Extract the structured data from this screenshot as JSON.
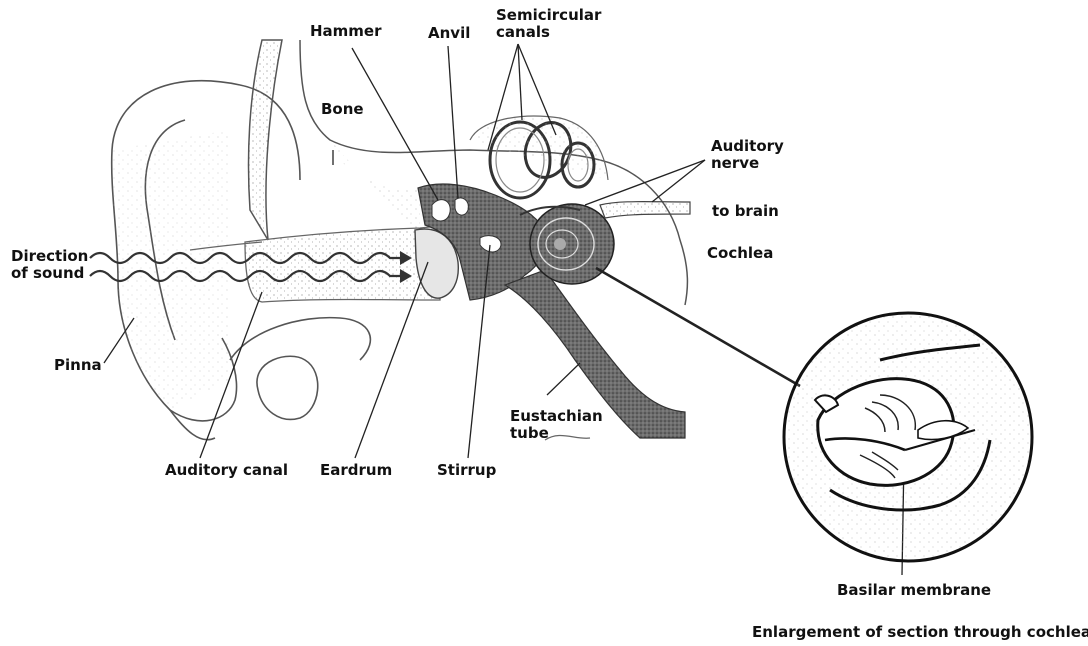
{
  "labels": {
    "hammer": "Hammer",
    "anvil": "Anvil",
    "semicircular_1": "Semicircular",
    "semicircular_2": "canals",
    "bone": "Bone",
    "auditory_nerve_1": "Auditory",
    "auditory_nerve_2": "nerve",
    "to_brain": "to brain",
    "cochlea": "Cochlea",
    "direction_1": "Direction",
    "direction_2": "of sound",
    "pinna": "Pinna",
    "eustachian_1": "Eustachian",
    "eustachian_2": "tube",
    "auditory_canal": "Auditory canal",
    "eardrum": "Eardrum",
    "stirrup": "Stirrup",
    "basilar_membrane": "Basilar membrane",
    "caption": "Enlargement of section through cochlea"
  },
  "colors": {
    "ink": "#111111",
    "outline": "#555555",
    "stipple": "#9a9a9a",
    "dark_tissue": "#4a4a4a",
    "background": "#ffffff"
  }
}
